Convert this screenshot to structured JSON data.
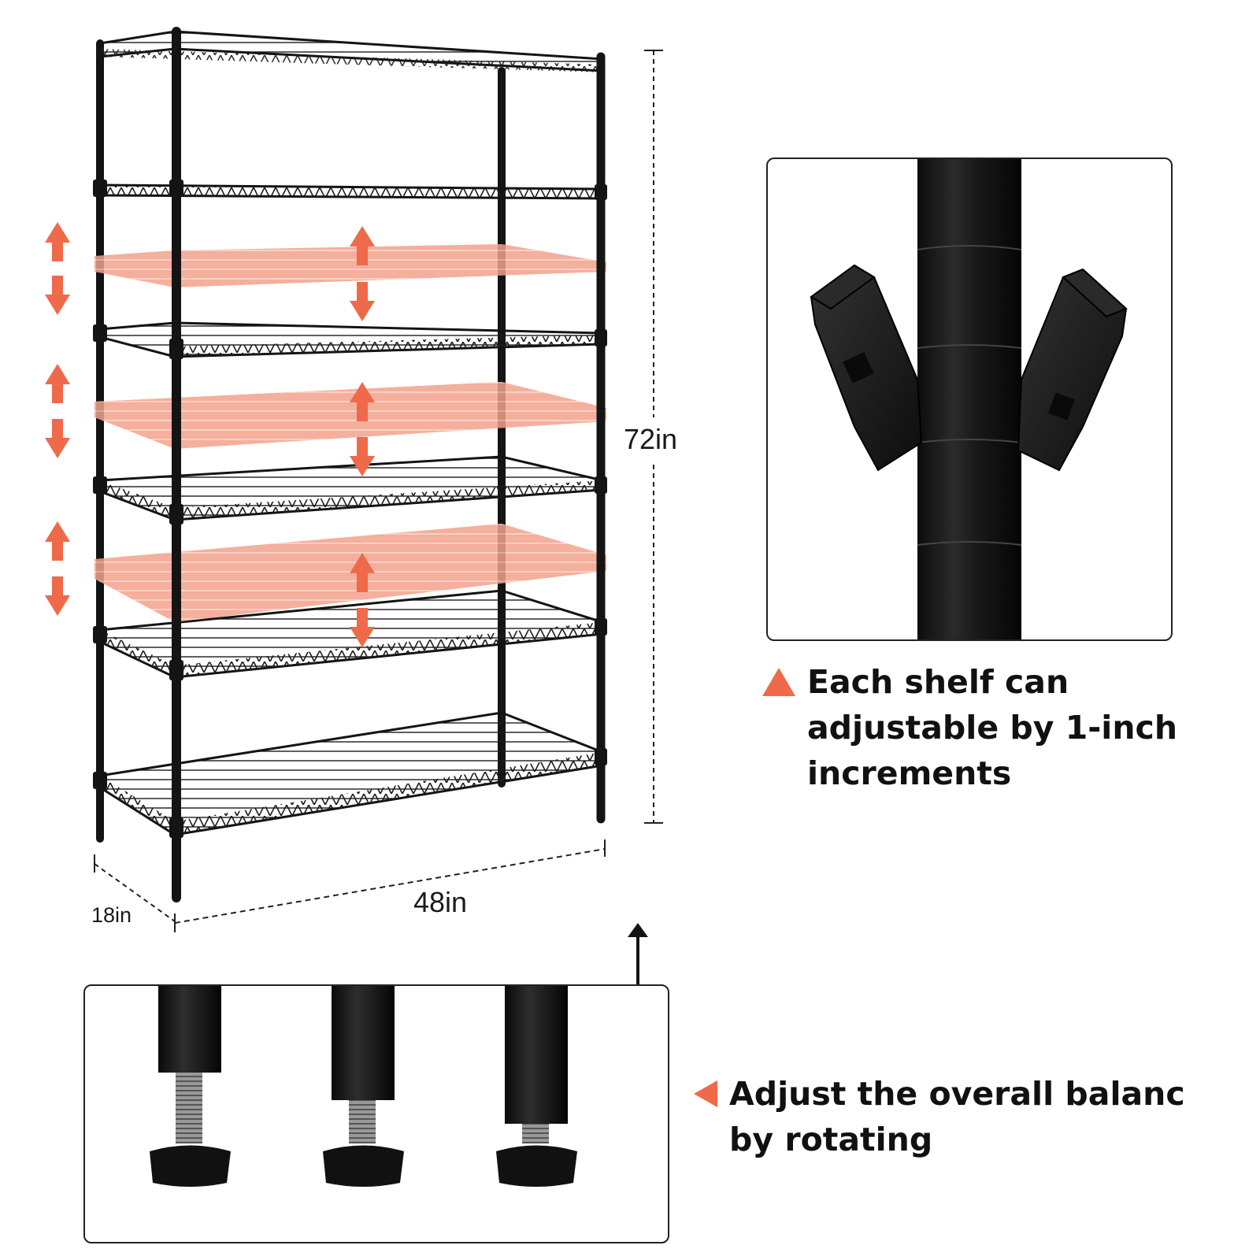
{
  "dimensions": {
    "height": "72in",
    "width": "48in",
    "depth": "18in"
  },
  "callouts": {
    "shelf": {
      "lines": [
        "Each shelf can",
        "adjustable by 1-inch",
        "increments"
      ],
      "marker_icon": "triangle-up-icon"
    },
    "feet": {
      "lines": [
        "Adjust the overall balanc",
        "by rotating"
      ],
      "marker_icon": "triangle-left-icon"
    }
  },
  "colors": {
    "accent": "#ee6a4a",
    "accent_overlay": "#f3a28c",
    "frame": "#141414"
  }
}
